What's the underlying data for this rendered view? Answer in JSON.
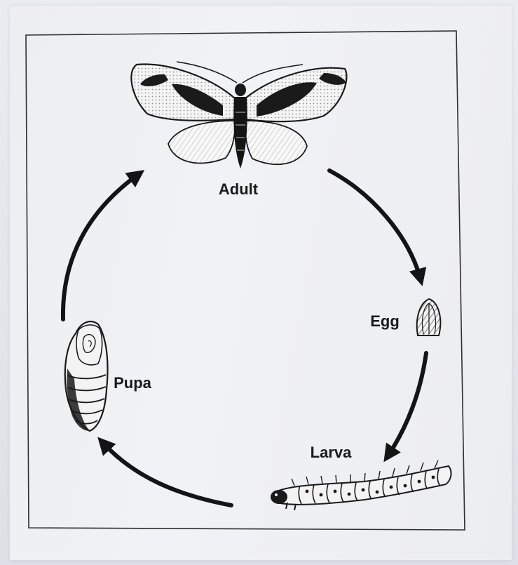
{
  "diagram": {
    "stages": [
      {
        "id": "adult",
        "label": "Adult",
        "icon": "moth-icon"
      },
      {
        "id": "egg",
        "label": "Egg",
        "icon": "egg-icon"
      },
      {
        "id": "larva",
        "label": "Larva",
        "icon": "caterpillar-icon"
      },
      {
        "id": "pupa",
        "label": "Pupa",
        "icon": "pupa-icon"
      }
    ],
    "colors": {
      "ink": "#141414",
      "frame": "#333333",
      "paper": "#eff0f3"
    }
  }
}
